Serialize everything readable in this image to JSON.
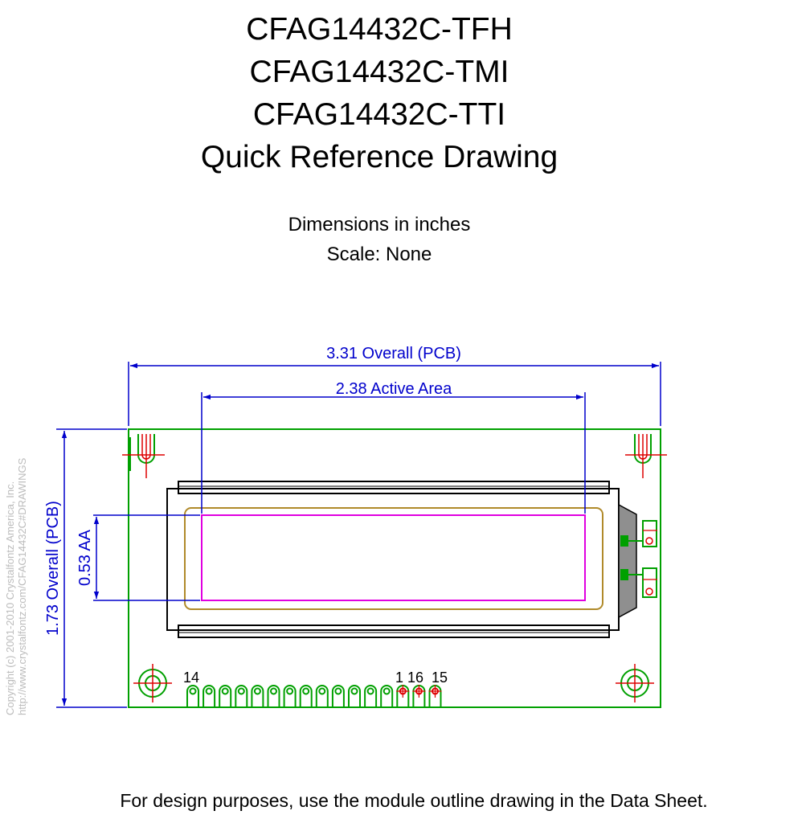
{
  "header": {
    "part_lines": [
      "CFAG14432C-TFH",
      "CFAG14432C-TMI",
      "CFAG14432C-TTI"
    ],
    "title": "Quick Reference Drawing"
  },
  "notes": {
    "units": "Dimensions in inches",
    "scale": "Scale: None"
  },
  "dimensions": {
    "overall_width_label": "3.31 Overall (PCB)",
    "active_area_width_label": "2.38 Active Area",
    "overall_height_label": "1.73 Overall (PCB)",
    "active_area_height_label": "0.53 AA"
  },
  "pins": {
    "label_left": "14",
    "label_1": "1",
    "label_16": "16",
    "label_15": "15"
  },
  "copyright": {
    "line1": "Copyright (c) 2001-2010 Crystalfontz America, Inc.",
    "line2": "http://www.crystalfontz.com/CFAG14432C#DRAWINGS"
  },
  "footer": {
    "text": "For design purposes, use the module outline drawing in the Data Sheet."
  },
  "colors": {
    "pcb_outline": "#00a000",
    "dimension": "#0000cc",
    "active_area": "#e000e0",
    "viewing_area": "#b08a2a",
    "center_mark": "#dd0000",
    "display_frame": "#000000",
    "copyright_text": "#bcbcbc"
  }
}
